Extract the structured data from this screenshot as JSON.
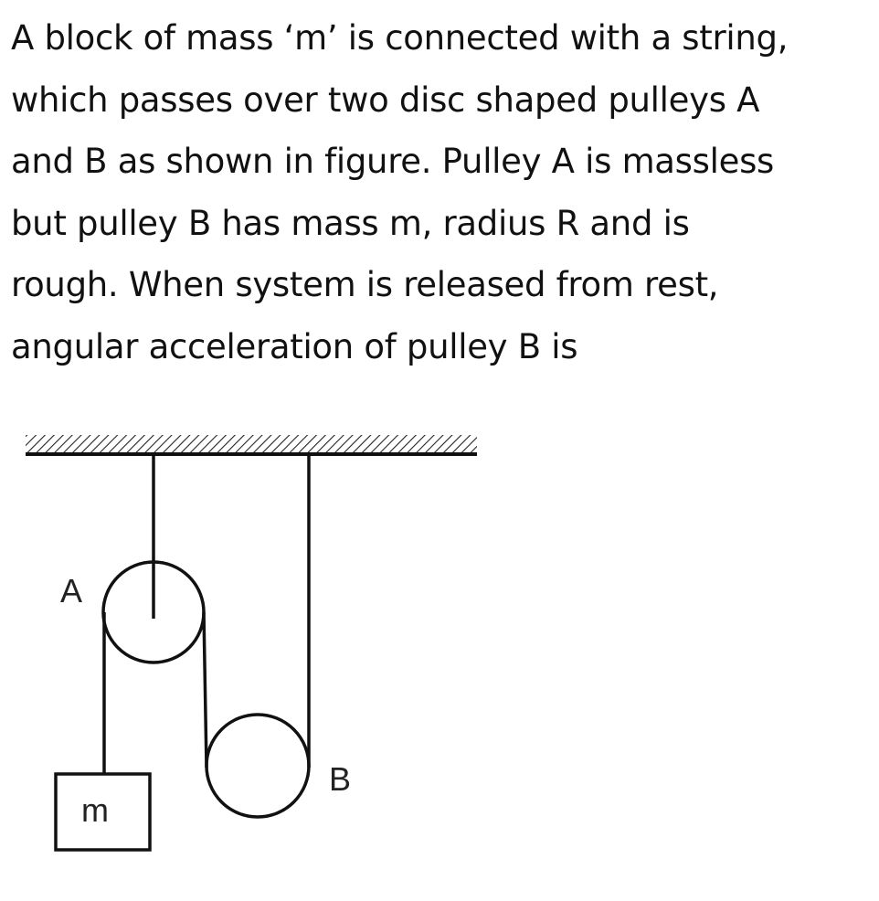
{
  "question": {
    "lines": [
      "A block of mass ‘m’ is connected with a string,",
      "which passes over two disc shaped pulleys A",
      "and B as shown in figure. Pulley A is massless",
      "but pulley B has mass m, radius R and is",
      "rough. When system is released from rest,",
      "angular acceleration of pulley B is"
    ]
  },
  "figure": {
    "pulley_a_label": "A",
    "pulley_b_label": "B",
    "block_label": "m"
  }
}
